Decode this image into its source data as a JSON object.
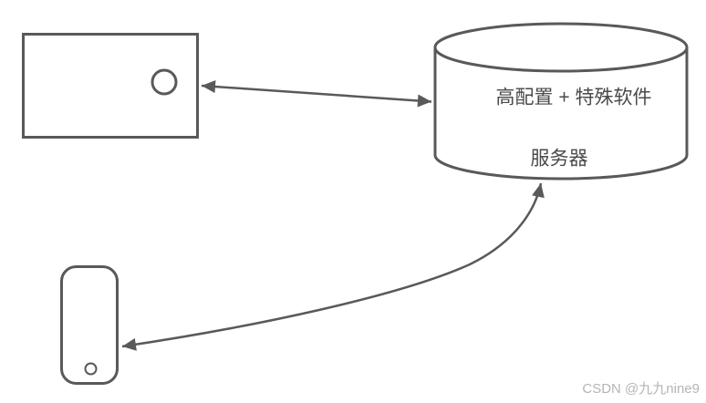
{
  "server": {
    "spec_label": "高配置 + 特殊软件",
    "name_label": "服务器"
  },
  "watermark": "CSDN @九九nine9",
  "colors": {
    "shape_stroke": "#595959",
    "label_text": "#4a4a4a",
    "watermark_text": "#b5b5b5"
  }
}
